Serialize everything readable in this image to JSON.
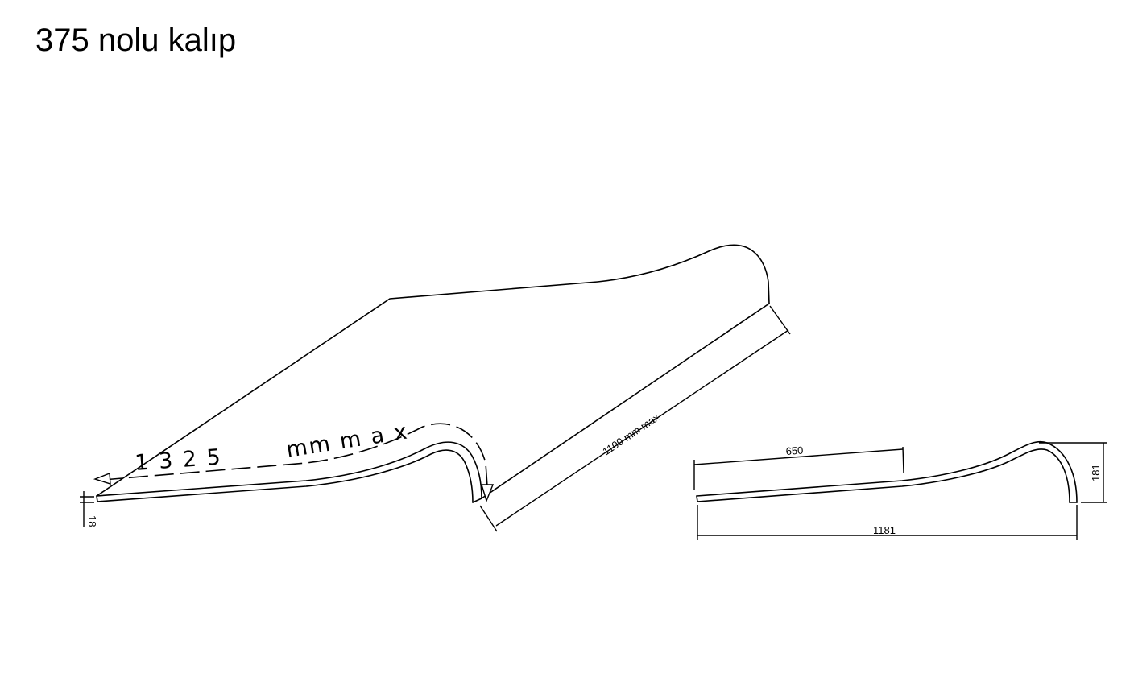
{
  "title": "375 nolu kalıp",
  "perspective": {
    "length_label_number": "1 3 2 5",
    "length_label_unit": "mm   m a x",
    "width_label": "1100 mm max",
    "thickness_label": "18"
  },
  "profile": {
    "flat_label": "650",
    "total_width_label": "1181",
    "height_label": "181"
  },
  "colors": {
    "line": "#000000",
    "background": "#ffffff"
  }
}
